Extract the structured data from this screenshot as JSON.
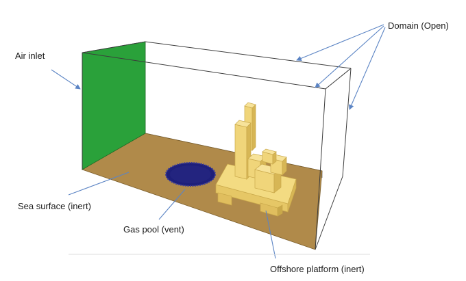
{
  "labels": {
    "domain": "Domain (Open)",
    "air_inlet": "Air inlet",
    "sea_surface": "Sea surface (inert)",
    "gas_pool": "Gas pool (vent)",
    "platform": "Offshore platform (inert)"
  },
  "colors": {
    "air_inlet_face": "#2aa13a",
    "sea_surface": "#b08a4a",
    "gas_pool": "#1e1f7a",
    "platform": "#f0d57a",
    "leader_line": "#5b84c4"
  }
}
